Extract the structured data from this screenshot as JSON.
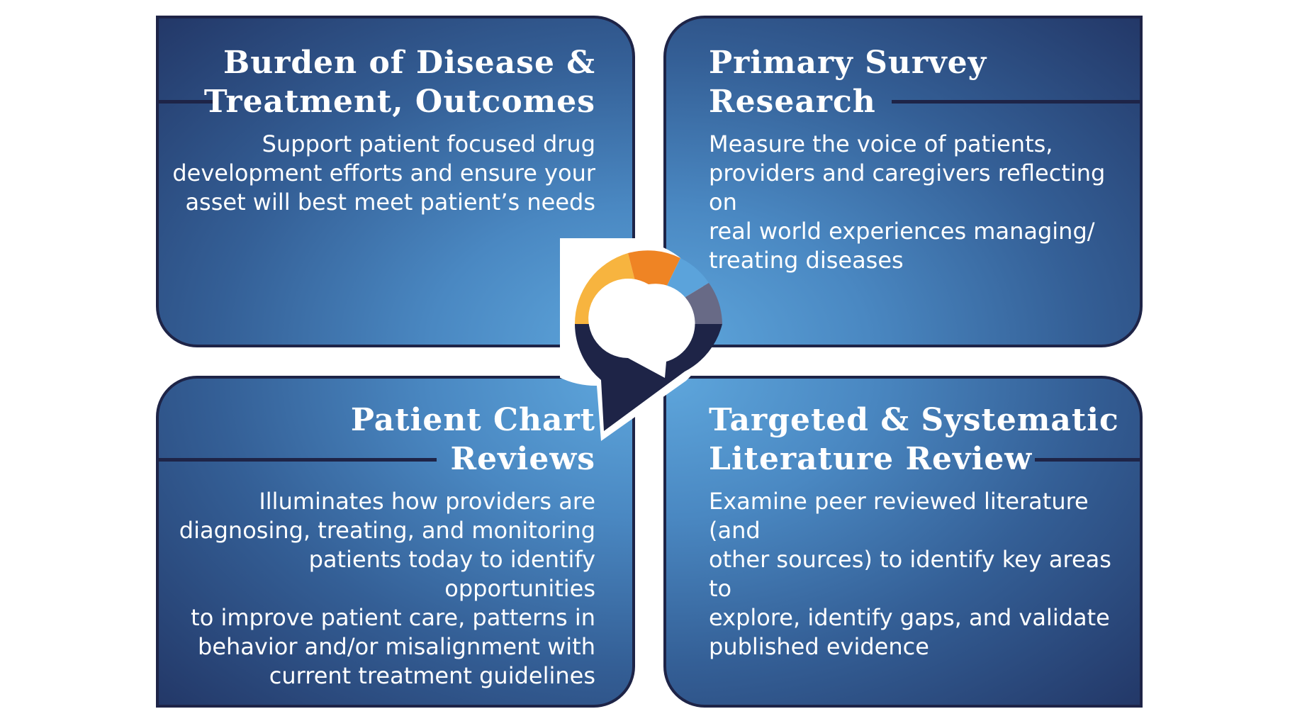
{
  "panels": {
    "top_left": {
      "title": "Burden of Disease &\nTreatment, Outcomes",
      "body": "Support patient focused drug\ndevelopment efforts and ensure your\nasset will best meet patient’s needs"
    },
    "top_right": {
      "title": "Primary Survey\nResearch",
      "body": "Measure the voice of patients,\nproviders and caregivers reflecting on\nreal world experiences managing/\ntreating diseases"
    },
    "bottom_left": {
      "title": "Patient Chart\nReviews",
      "body": "Illuminates how providers are\ndiagnosing, treating, and monitoring\npatients today to identify opportunities\nto improve patient care, patterns in\nbehavior and/or misalignment with\ncurrent treatment guidelines"
    },
    "bottom_right": {
      "title": "Targeted & Systematic\nLiterature Review",
      "body": "Examine peer reviewed literature (and\nother sources) to identify key areas to\nexplore, identify gaps, and validate\npublished evidence"
    }
  },
  "colors": {
    "navy": "#1e2447",
    "panel_light": "#5ea6dc",
    "panel_dark": "#233868",
    "logo_yellow": "#f7b43f",
    "logo_orange": "#ef8424",
    "logo_blue": "#5ba3db",
    "logo_gray": "#686a86"
  },
  "logo_icon": "speech-bubble-donut-icon"
}
